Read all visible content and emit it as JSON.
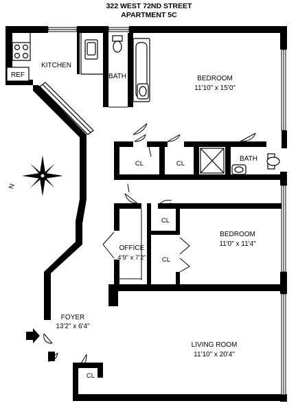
{
  "title": {
    "line1": "322 WEST 72ND STREET",
    "line2": "APARTMENT 5C"
  },
  "rooms": {
    "kitchen": {
      "name": "KITCHEN"
    },
    "ref": {
      "name": "REF"
    },
    "bath_top": {
      "name": "BATH"
    },
    "bedroom_top": {
      "name": "BEDROOM",
      "dims": "11'10\" x 15'0\""
    },
    "cl_1": {
      "name": "CL"
    },
    "cl_2": {
      "name": "CL"
    },
    "bath_mid": {
      "name": "BATH"
    },
    "bedroom_mid": {
      "name": "BEDROOM",
      "dims": "11'0\" x 11'4\""
    },
    "cl_3": {
      "name": "CL"
    },
    "cl_4": {
      "name": "CL"
    },
    "office": {
      "name": "OFFICE",
      "dims": "4'9\" x 7'2\""
    },
    "foyer": {
      "name": "FOYER",
      "dims": "13'2\" x 6'4\""
    },
    "living_room": {
      "name": "LIVING ROOM",
      "dims": "11'10\" x 20'4\""
    },
    "cl_5": {
      "name": "CL"
    }
  },
  "compass": {
    "label": "N"
  },
  "colors": {
    "wall": "#000000",
    "background": "#ffffff",
    "line": "#000000"
  },
  "icons": [
    "compass-rose-icon",
    "entry-arrow-icon",
    "stove-icon",
    "sink-icon",
    "toilet-icon",
    "bathtub-icon",
    "shower-icon",
    "window-icon",
    "door-swing-icon"
  ]
}
